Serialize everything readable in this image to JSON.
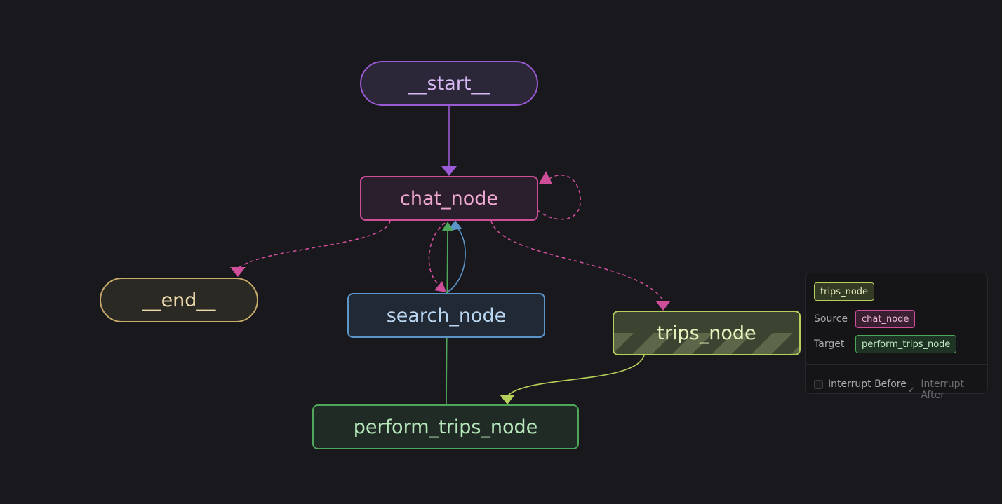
{
  "graph": {
    "nodes": {
      "start": "__start__",
      "chat": "chat_node",
      "end": "__end__",
      "search": "search_node",
      "trips": "trips_node",
      "perform": "perform_trips_node"
    },
    "edges": [
      {
        "from": "__start__",
        "to": "chat_node",
        "style": "solid",
        "color": "#9b5ad6"
      },
      {
        "from": "chat_node",
        "to": "chat_node",
        "style": "dashed",
        "color": "#cf4e9a"
      },
      {
        "from": "chat_node",
        "to": "__end__",
        "style": "dashed",
        "color": "#cf4e9a"
      },
      {
        "from": "chat_node",
        "to": "search_node",
        "style": "dashed",
        "color": "#cf4e9a"
      },
      {
        "from": "chat_node",
        "to": "trips_node",
        "style": "dashed",
        "color": "#cf4e9a"
      },
      {
        "from": "search_node",
        "to": "chat_node",
        "style": "solid",
        "color": "#5b95c9"
      },
      {
        "from": "perform_trips_node",
        "to": "chat_node",
        "style": "solid",
        "color": "#4fa85a"
      },
      {
        "from": "trips_node",
        "to": "perform_trips_node",
        "style": "solid",
        "color": "#b6d05a"
      }
    ]
  },
  "panel": {
    "title": "trips_node",
    "source_label": "Source",
    "source_value": "chat_node",
    "target_label": "Target",
    "target_value": "perform_trips_node",
    "interrupt_before_label": "Interrupt Before",
    "interrupt_before_checked": false,
    "interrupt_after_label": "Interrupt After",
    "interrupt_after_checked": true
  },
  "colors": {
    "background": "#18181d",
    "start": "#9b5ad6",
    "chat": "#cf4e9a",
    "end": "#c9ac6c",
    "search": "#5b95c9",
    "trips": "#b6d05a",
    "perform": "#4fa85a"
  }
}
